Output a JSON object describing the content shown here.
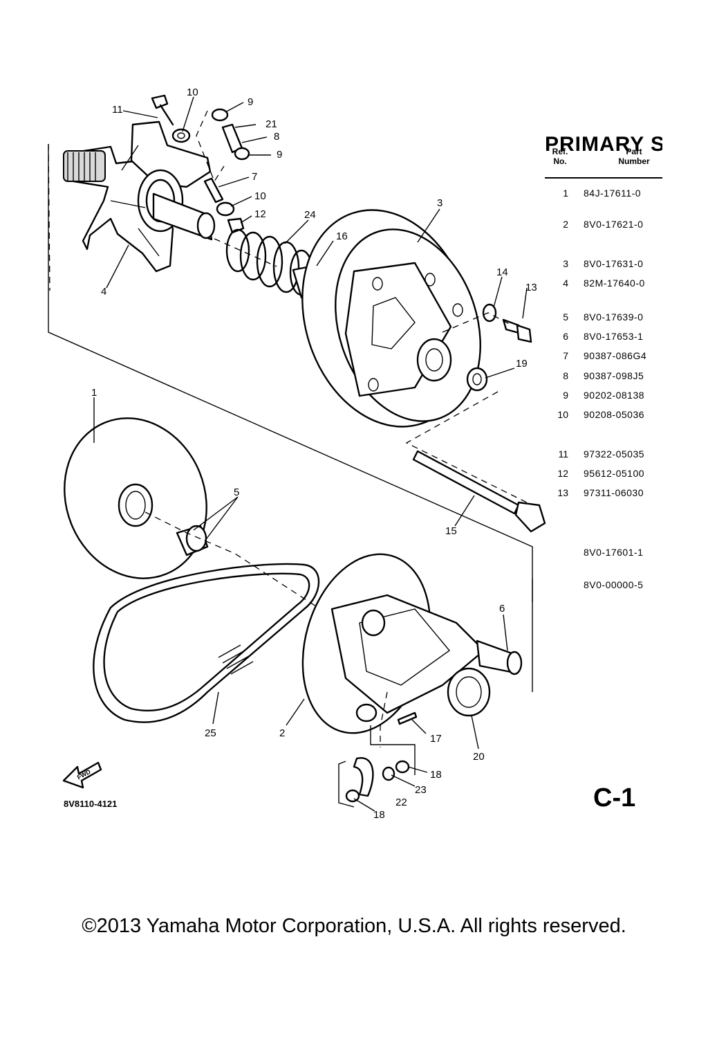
{
  "title": "PRIMARY S",
  "table_header": {
    "ref_line1": "Ref.",
    "ref_line2": "No.",
    "part_line1": "Part",
    "part_line2": "Number"
  },
  "parts": [
    {
      "ref": "1",
      "part": "84J-17611-0"
    },
    {
      "ref": "2",
      "part": "8V0-17621-0"
    },
    {
      "ref": "3",
      "part": "8V0-17631-0"
    },
    {
      "ref": "4",
      "part": "82M-17640-0"
    },
    {
      "ref": "5",
      "part": "8V0-17639-0"
    },
    {
      "ref": "6",
      "part": "8V0-17653-1"
    },
    {
      "ref": "7",
      "part": "90387-086G4"
    },
    {
      "ref": "8",
      "part": "90387-098J5"
    },
    {
      "ref": "9",
      "part": "90202-08138"
    },
    {
      "ref": "10",
      "part": "90208-05036"
    },
    {
      "ref": "11",
      "part": "97322-05035"
    },
    {
      "ref": "12",
      "part": "95612-05100"
    },
    {
      "ref": "13",
      "part": "97311-06030"
    },
    {
      "ref": "",
      "part": "8V0-17601-1"
    },
    {
      "ref": "",
      "part": "8V0-00000-5"
    }
  ],
  "callouts": [
    "11",
    "10",
    "9",
    "21",
    "8",
    "9",
    "7",
    "10",
    "12",
    "24",
    "16",
    "3",
    "4",
    "14",
    "13",
    "19",
    "1",
    "5",
    "15",
    "6",
    "25",
    "2",
    "17",
    "20",
    "18",
    "23",
    "22",
    "18"
  ],
  "fwd_label": "FWD",
  "figure_code": "8V8110-4121",
  "page_code": "C-1",
  "copyright": "©2013 Yamaha Motor Corporation, U.S.A. All rights reserved."
}
